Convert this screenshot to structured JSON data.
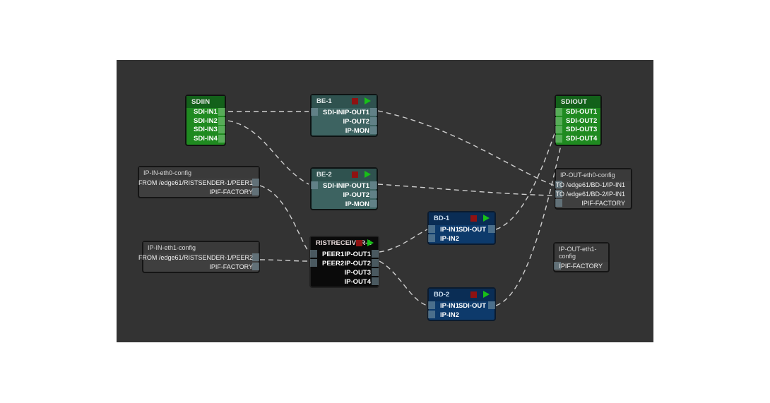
{
  "canvas": {
    "background": "#333333",
    "page_background": "#ffffff"
  },
  "colors": {
    "sdi_green": "#1f8a20",
    "be_teal": "#3d6361",
    "rist_black": "#0a0a0a",
    "bd_blue": "#0d3a6b",
    "config_gray": "#3f3f3f",
    "stop_red": "#8f1212",
    "play_green": "#18c018",
    "edge_line": "#cfcfcf"
  },
  "nodes": {
    "sdiin": {
      "title": "SDIIN",
      "ports": [
        "SDI-IN1",
        "SDI-IN2",
        "SDI-IN3",
        "SDI-IN4"
      ]
    },
    "be1": {
      "title": "BE-1",
      "inputs": [
        "SDI-IN"
      ],
      "outputs": [
        "IP-OUT1",
        "IP-OUT2",
        "IP-MON"
      ],
      "stop_icon": "stop-icon",
      "play_icon": "play-icon"
    },
    "be2": {
      "title": "BE-2",
      "inputs": [
        "SDI-IN"
      ],
      "outputs": [
        "IP-OUT1",
        "IP-OUT2",
        "IP-MON"
      ],
      "stop_icon": "stop-icon",
      "play_icon": "play-icon"
    },
    "ristreceiver1": {
      "title": "RISTRECEIVER-1",
      "inputs": [
        "PEER1",
        "PEER2"
      ],
      "outputs": [
        "IP-OUT1",
        "IP-OUT2",
        "IP-OUT3",
        "IP-OUT4"
      ],
      "stop_icon": "stop-icon",
      "play_icon": "play-icon"
    },
    "bd1": {
      "title": "BD-1",
      "inputs": [
        "IP-IN1",
        "IP-IN2"
      ],
      "outputs": [
        "SDI-OUT"
      ],
      "stop_icon": "stop-icon",
      "play_icon": "play-icon"
    },
    "bd2": {
      "title": "BD-2",
      "inputs": [
        "IP-IN1",
        "IP-IN2"
      ],
      "outputs": [
        "SDI-OUT"
      ],
      "stop_icon": "stop-icon",
      "play_icon": "play-icon"
    },
    "sdiout": {
      "title": "SDIOUT",
      "ports": [
        "SDI-OUT1",
        "SDI-OUT2",
        "SDI-OUT3",
        "SDI-OUT4"
      ]
    },
    "ip_in_eth0": {
      "title": "IP-IN-eth0-config",
      "rows": [
        "FROM /edge61/RISTSENDER-1/PEER1",
        "IPIF-FACTORY"
      ]
    },
    "ip_in_eth1": {
      "title": "IP-IN-eth1-config",
      "rows": [
        "FROM /edge61/RISTSENDER-1/PEER2",
        "IPIF-FACTORY"
      ]
    },
    "ip_out_eth0": {
      "title": "IP-OUT-eth0-config",
      "rows": [
        "TO /edge61/BD-1/IP-IN1",
        "TO /edge61/BD-2/IP-IN1",
        "IPIF-FACTORY"
      ]
    },
    "ip_out_eth1": {
      "title": "IP-OUT-eth1-config",
      "rows": [
        "IPIF-FACTORY"
      ]
    }
  }
}
